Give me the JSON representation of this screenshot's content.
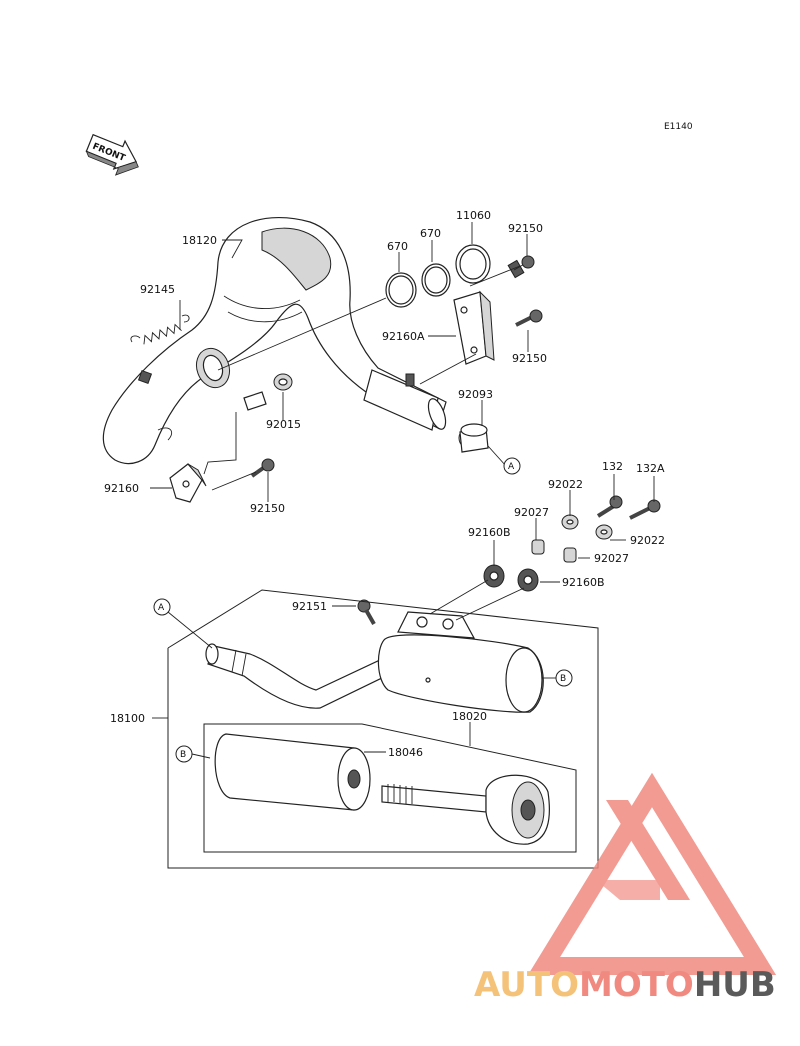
{
  "diagram_code": "E1140",
  "front_label": "FRONT",
  "callouts": {
    "ref_a_top": "A",
    "ref_a_bottom": "A",
    "ref_b_muffler": "B",
    "ref_b_inner": "B"
  },
  "labels": {
    "p18120": "18120",
    "p670a": "670",
    "p670b": "670",
    "p11060": "11060",
    "p92150_top": "92150",
    "p92145": "92145",
    "p92160A": "92160A",
    "p92150_mid": "92150",
    "p92093": "92093",
    "p92015": "92015",
    "p92160": "92160",
    "p92150_low": "92150",
    "p132": "132",
    "p132A": "132A",
    "p92022_a": "92022",
    "p92022_b": "92022",
    "p92027_a": "92027",
    "p92027_b": "92027",
    "p92160B_a": "92160B",
    "p92160B_b": "92160B",
    "p92151": "92151",
    "p18100": "18100",
    "p18020": "18020",
    "p18046": "18046"
  },
  "watermark": {
    "part1": "AUTO",
    "part2": "MOTO",
    "part3": "HUB",
    "color_light": "#f5c27a",
    "color_red": "#f08a80",
    "color_gray": "#5a5a5a"
  }
}
